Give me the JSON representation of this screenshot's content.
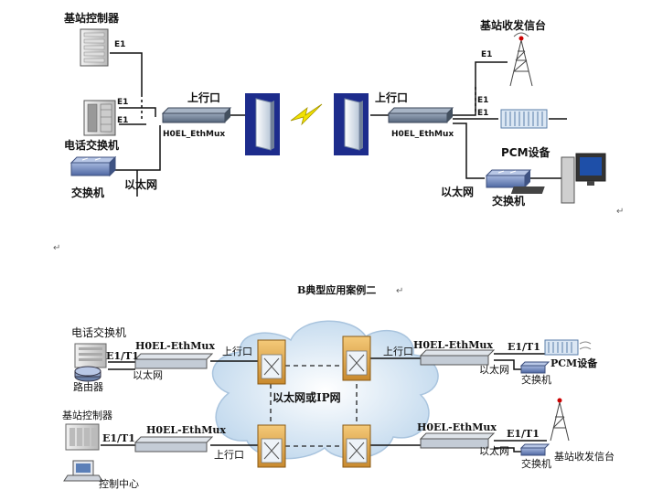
{
  "diagram1": {
    "bsc_label": "基站控制器",
    "pbx_label": "电话交换机",
    "switch_left_label": "交换机",
    "eth_left_label": "以太网",
    "e1_a": "E1",
    "e1_b": "E1",
    "e1_c": "E1",
    "uplink_left": "上行口",
    "mux_left": "H0EL_EthMux",
    "uplink_right": "上行口",
    "mux_right": "H0EL_EthMux",
    "bts_label": "基站收发信台",
    "e1_d": "E1",
    "e1_e": "E1",
    "e1_f": "E1",
    "pcm_label": "PCM设备",
    "eth_right_label": "以太网",
    "switch_right_label": "交换机"
  },
  "section_title": "B典型应用案例二",
  "paragraph_mark": "↵",
  "diagram2": {
    "pbx_label": "电话交换机",
    "e1t1_tl": "E1/T1",
    "mux_tl": "H0EL-EthMux",
    "router_label": "路由器",
    "eth_tl": "以太网",
    "uplink_tl": "上行口",
    "cloud_label": "以太网或IP网",
    "uplink_tr": "上行口",
    "mux_tr": "H0EL-EthMux",
    "e1t1_tr": "E1/T1",
    "pcm_label": "PCM设备",
    "eth_tr": "以太网",
    "switch_tr": "交换机",
    "bsc_label": "基站控制器",
    "e1t1_bl": "E1/T1",
    "mux_bl": "H0EL-EthMux",
    "uplink_bl": "上行口",
    "control_label": "控制中心",
    "mux_br": "H0EL-EthMux",
    "e1t1_br": "E1/T1",
    "eth_br": "以太网",
    "switch_br": "交换机",
    "bts_label": "基站收发信台"
  },
  "colors": {
    "line": "#111111",
    "mux_body": "#6e7f94",
    "radio_body": "#e8eef6",
    "radio_bg": "#1a2a8a",
    "bolt": "#f2e200",
    "switch_body": "#6f86b8",
    "cloud": "#cfe1f1",
    "router_box": "#e0a850",
    "pcm": "#8fb4d8"
  }
}
